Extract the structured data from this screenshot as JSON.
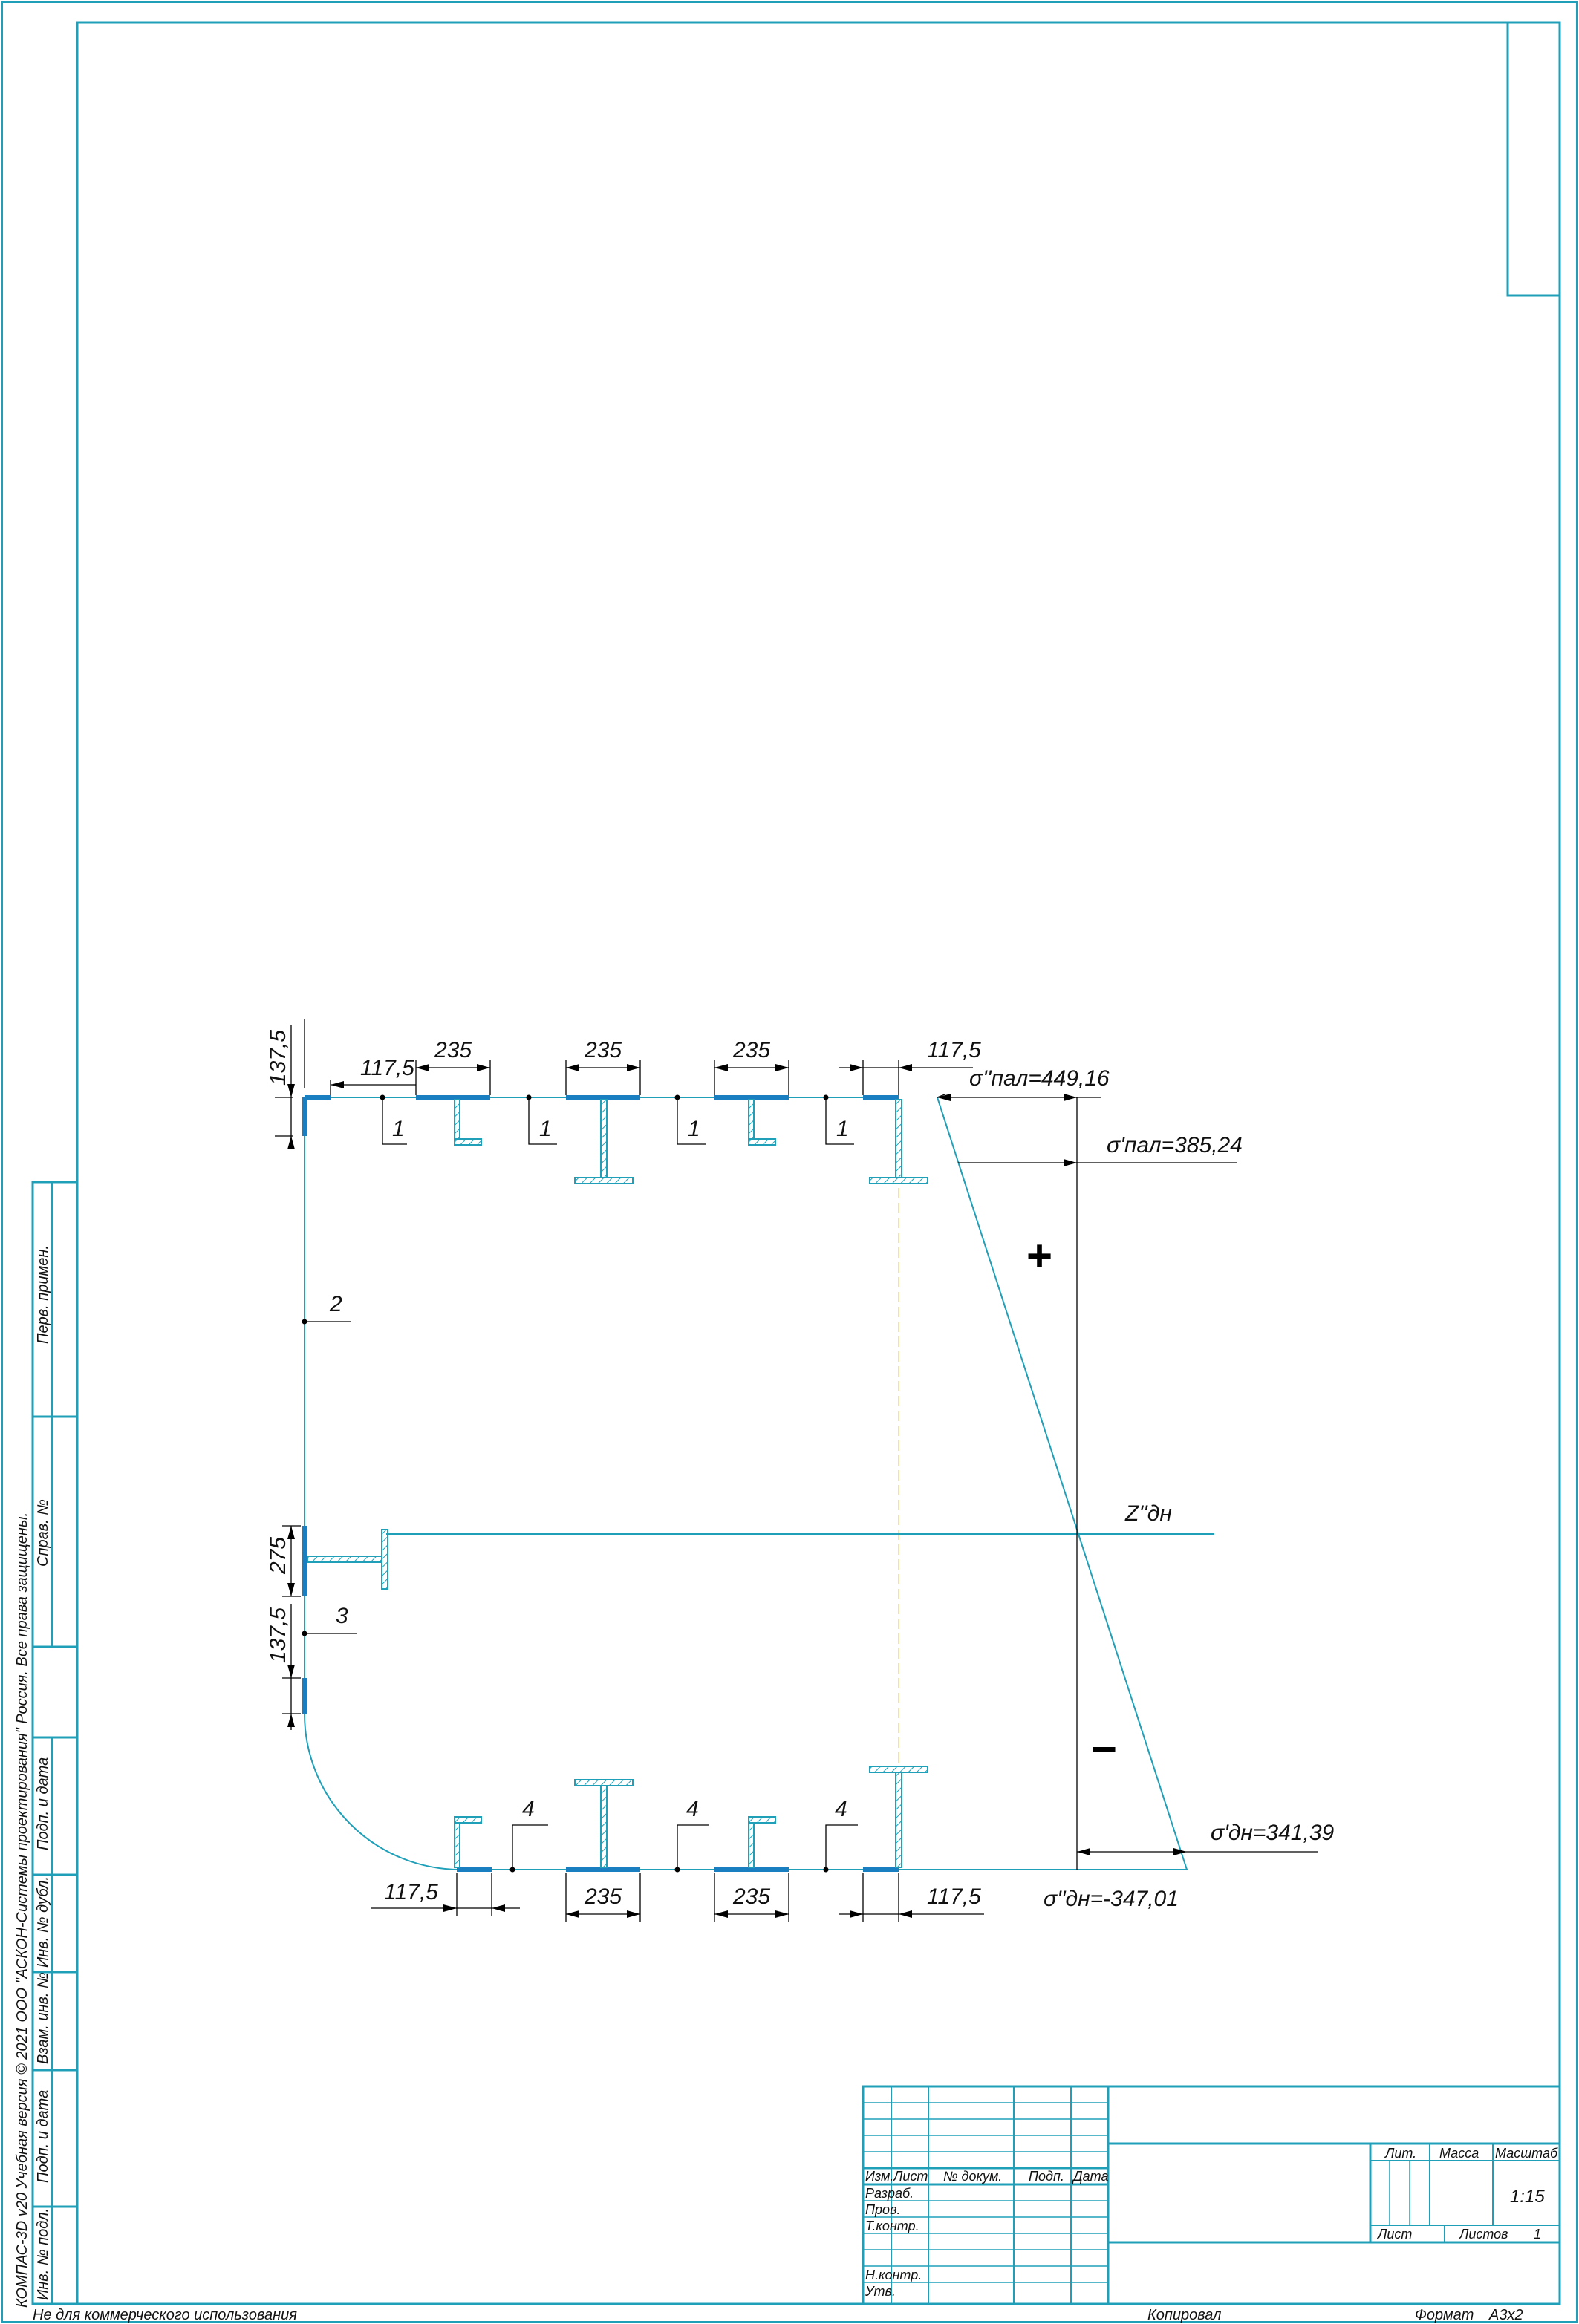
{
  "margin_notes": {
    "vertical_copyright": "КОМПАС-3D v20 Учебная версия © 2021 ООО \"АСКОН-Системы проектирования\" Россия. Все права защищены.",
    "bottom_left": "Не для коммерческого использования",
    "copied": "Копировал",
    "format_label": "Формат",
    "format_value": "А3х2"
  },
  "left_strip": {
    "perv_primen": "Перв. примен.",
    "sprav_no": "Справ. №",
    "podp_data_1": "Подп. и дата",
    "inv_dubl": "Инв. № дубл.",
    "vzam_inv": "Взам. инв. №",
    "podp_data_2": "Подп. и дата",
    "inv_podl": "Инв. № подл."
  },
  "title_block": {
    "izm": "Изм.",
    "list": "Лист",
    "doc_no": "№ докум.",
    "podp": "Подп.",
    "data": "Дата",
    "razrab": "Разраб.",
    "prov": "Пров.",
    "tkontr": "Т.контр.",
    "nkontr": "Н.контр.",
    "utv": "Утв.",
    "lit": "Лит.",
    "massa": "Масса",
    "masshtab": "Масштаб",
    "scale_value": "1:15",
    "sheet_label": "Лист",
    "sheets_label": "Листов",
    "sheets_value": "1"
  },
  "drawing": {
    "dims_top": [
      "117,5",
      "235",
      "235",
      "235",
      "117,5"
    ],
    "dims_bottom": [
      "117,5",
      "235",
      "235",
      "117,5"
    ],
    "dim_left_top": "137,5",
    "dim_left_275": "275",
    "dim_left_bottom": "137,5",
    "labels_deck": [
      "1",
      "1",
      "1",
      "1"
    ],
    "label_side": "2",
    "label_bilge": "3",
    "labels_bottom": [
      "4",
      "4",
      "4"
    ],
    "sigma_deck_1": "σ''пал=449,16",
    "sigma_deck_2": "σ'пал=385,24",
    "sigma_bottom_1": "σ'дн=341,39",
    "sigma_bottom_2": "σ''дн=-347,01",
    "neutral_axis": "Z''дн",
    "plus_sign": "+",
    "minus_sign": "–"
  }
}
